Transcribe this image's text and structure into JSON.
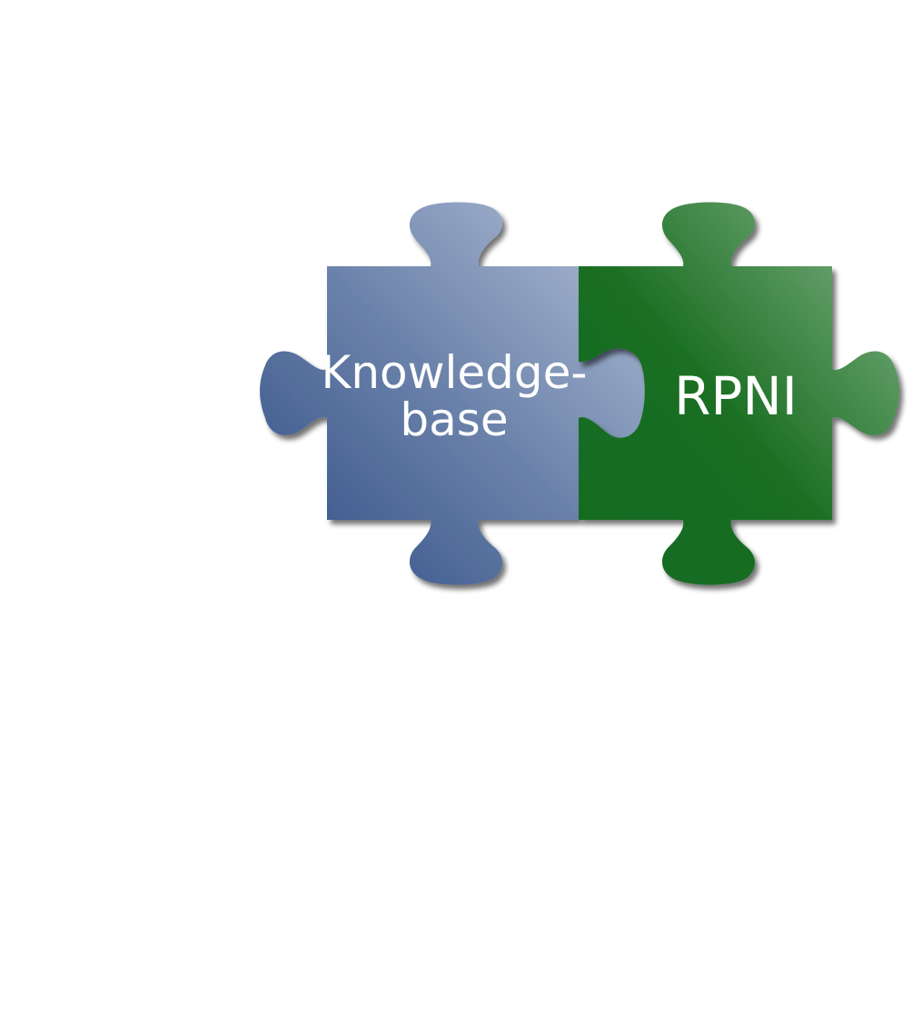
{
  "pieces": [
    {
      "id": "knowledge-base",
      "label_lines": [
        "Knowledge-",
        "base"
      ],
      "colors": {
        "dark": "#2f4d85",
        "mid": "#6b82aa",
        "light": "#b3c0d8"
      }
    },
    {
      "id": "rpni",
      "label_lines": [
        "RPNI"
      ],
      "colors": {
        "dark": "#166b1f",
        "mid": "#2f7f35",
        "light": "#86b58a"
      }
    }
  ],
  "background": "#ffffff"
}
